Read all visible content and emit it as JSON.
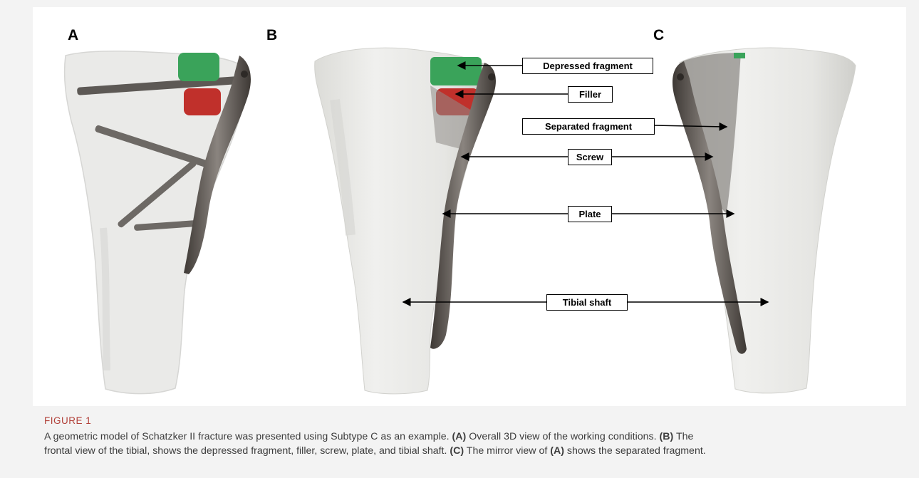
{
  "panels": {
    "a": "A",
    "b": "B",
    "c": "C"
  },
  "labels": {
    "depressed_fragment": "Depressed fragment",
    "filler": "Filler",
    "separated_fragment": "Separated fragment",
    "screw": "Screw",
    "plate": "Plate",
    "tibial_shaft": "Tibial shaft"
  },
  "caption": {
    "figure_label": "FIGURE 1",
    "line1": "A geometric model of Schatzker II fracture was presented using Subtype C as an example.",
    "ref_a": "(A)",
    "line1b": "Overall 3D view of the working conditions.",
    "ref_b": "(B)",
    "line1c": "The",
    "line2": "frontal view of the tibial, shows the depressed fragment, filler, screw, plate, and tibial shaft.",
    "ref_c": "(C)",
    "line2b": "The mirror view of",
    "ref_a2": "(A)",
    "line2c": "shows the separated fragment."
  },
  "colors": {
    "bone": "#ececea",
    "bone_shadow": "#d6d6d2",
    "depressed_fragment": "#3aa35a",
    "filler": "#c0302b",
    "plate": "#5a5450",
    "caption_label": "#b2413a"
  }
}
